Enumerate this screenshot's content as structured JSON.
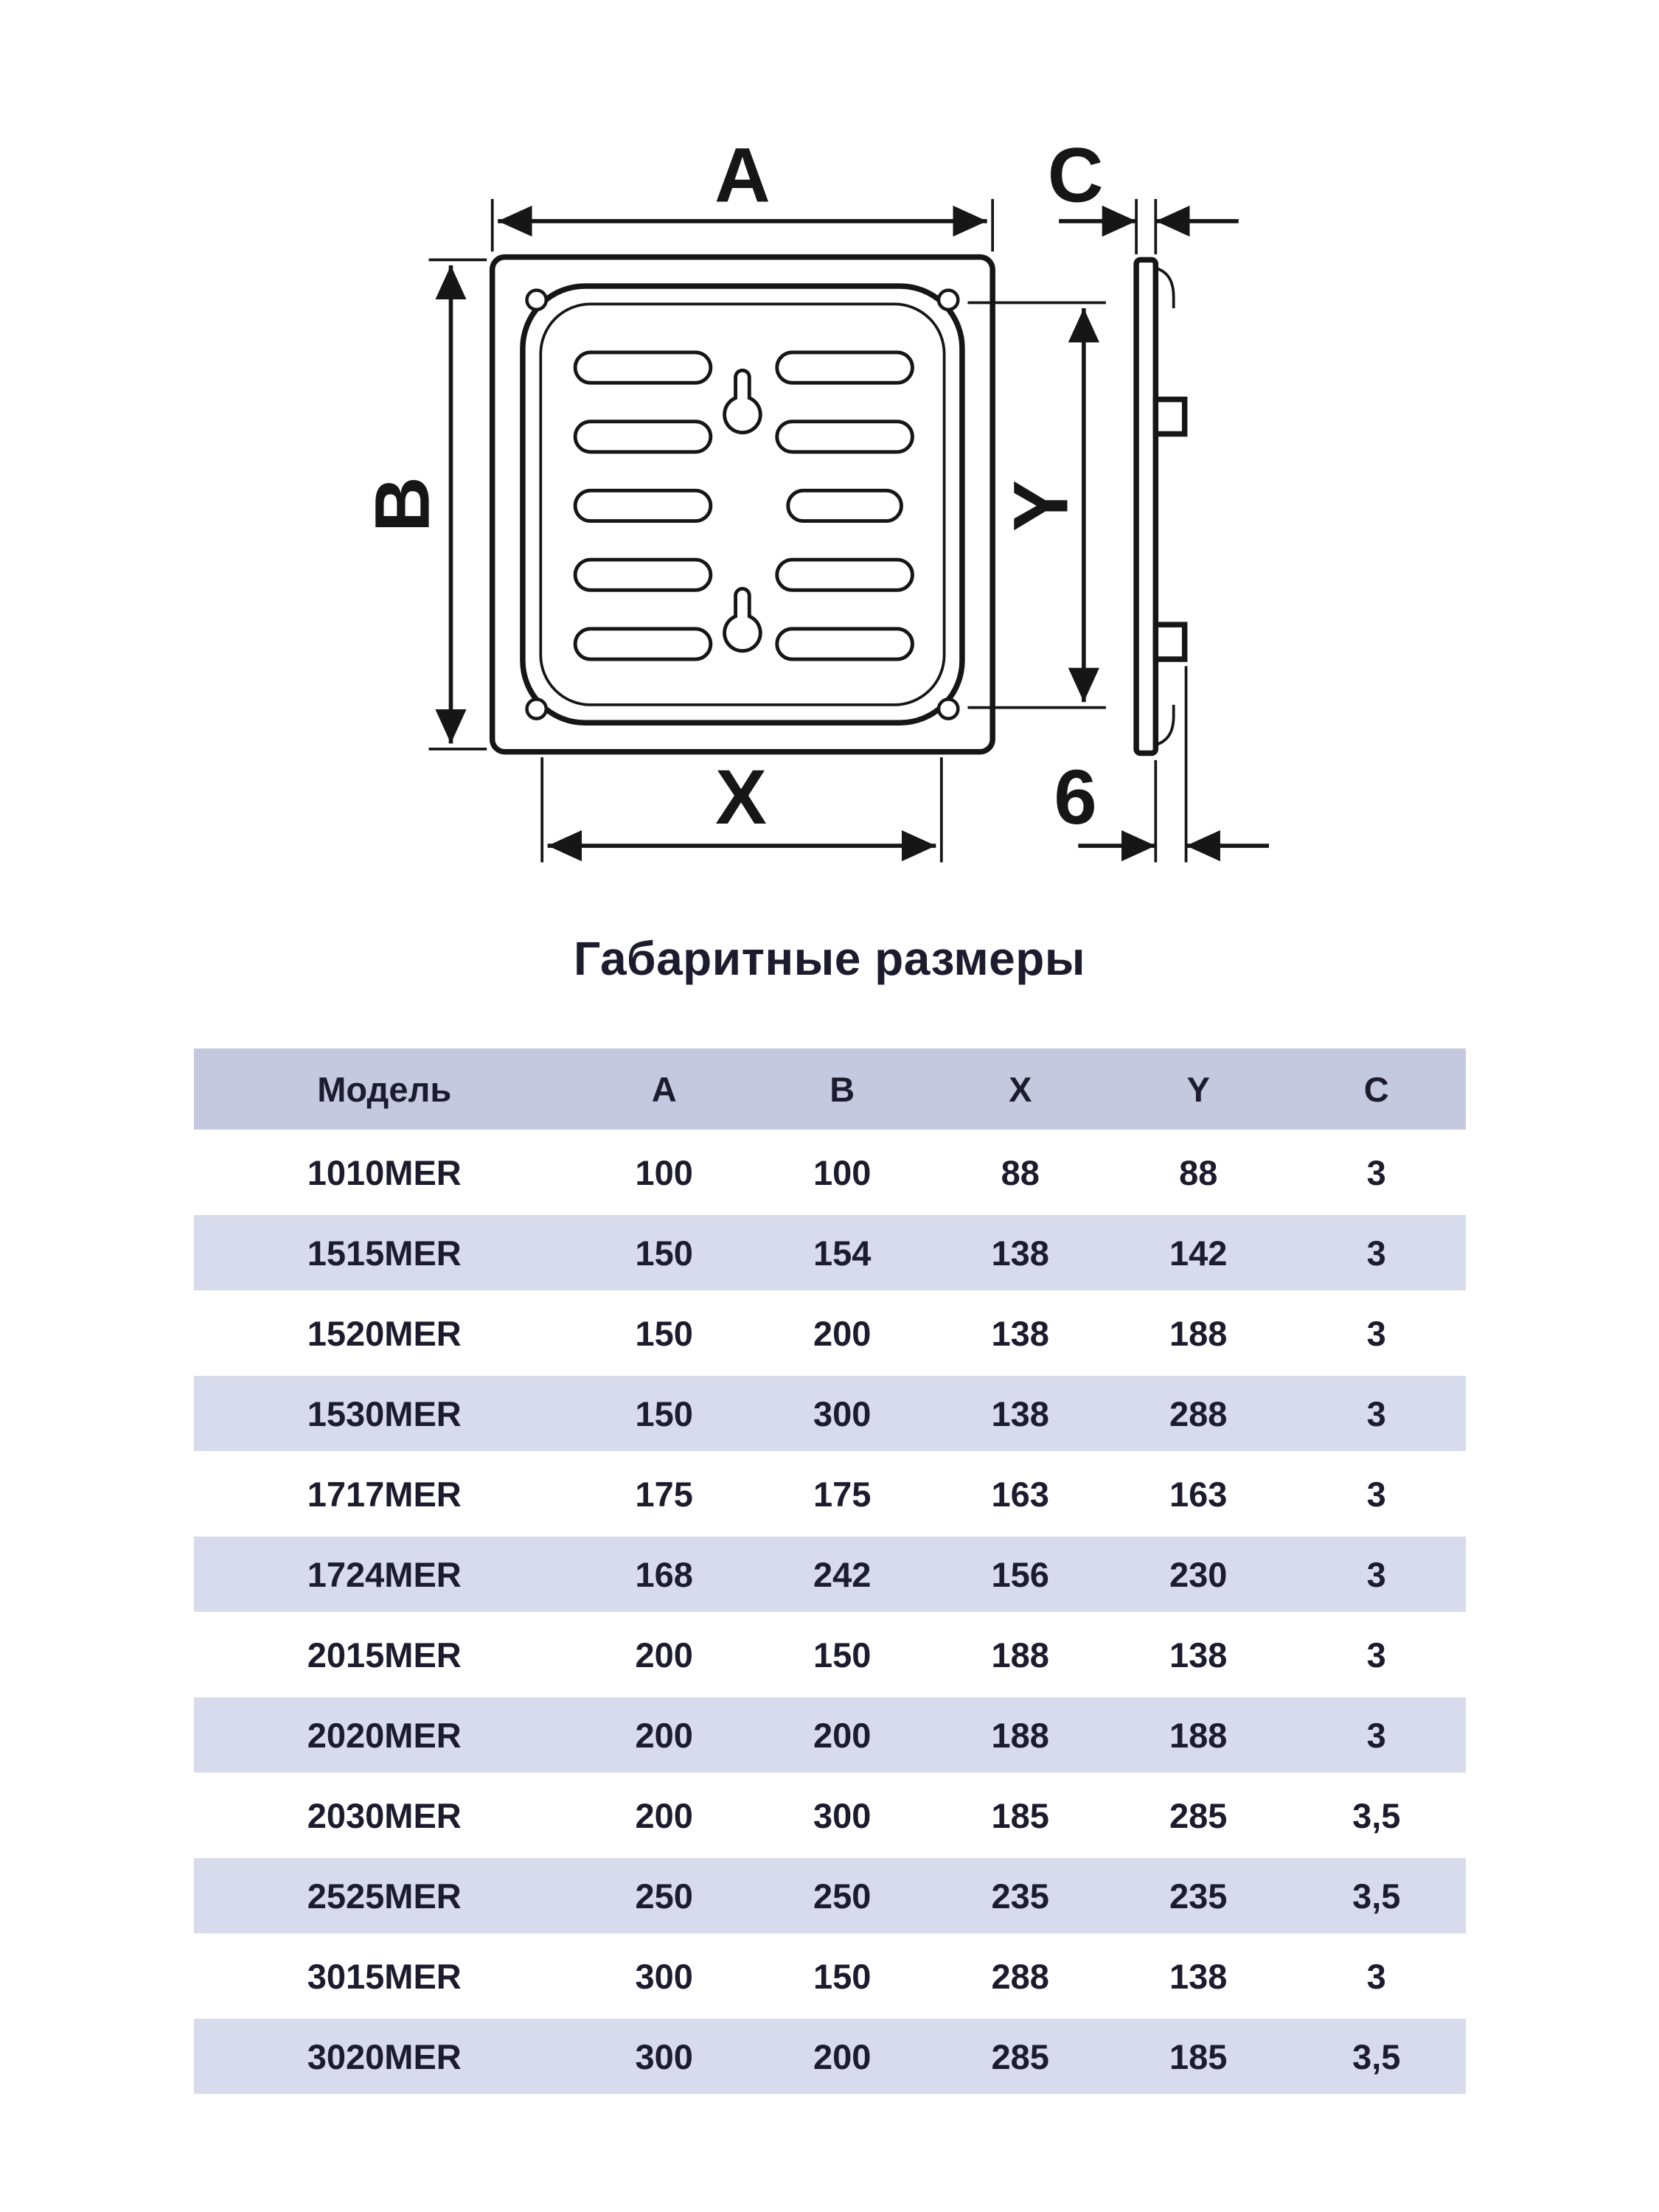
{
  "diagram": {
    "labels": {
      "a": "A",
      "b": "B",
      "c": "C",
      "x": "X",
      "y": "Y",
      "clip_depth": "6"
    }
  },
  "section_title": "Габаритные размеры",
  "table": {
    "headers": [
      "Модель",
      "A",
      "B",
      "X",
      "Y",
      "C"
    ],
    "rows": [
      [
        "1010MER",
        "100",
        "100",
        "88",
        "88",
        "3"
      ],
      [
        "1515MER",
        "150",
        "154",
        "138",
        "142",
        "3"
      ],
      [
        "1520MER",
        "150",
        "200",
        "138",
        "188",
        "3"
      ],
      [
        "1530MER",
        "150",
        "300",
        "138",
        "288",
        "3"
      ],
      [
        "1717MER",
        "175",
        "175",
        "163",
        "163",
        "3"
      ],
      [
        "1724MER",
        "168",
        "242",
        "156",
        "230",
        "3"
      ],
      [
        "2015MER",
        "200",
        "150",
        "188",
        "138",
        "3"
      ],
      [
        "2020MER",
        "200",
        "200",
        "188",
        "188",
        "3"
      ],
      [
        "2030MER",
        "200",
        "300",
        "185",
        "285",
        "3,5"
      ],
      [
        "2525MER",
        "250",
        "250",
        "235",
        "235",
        "3,5"
      ],
      [
        "3015MER",
        "300",
        "150",
        "288",
        "138",
        "3"
      ],
      [
        "3020MER",
        "300",
        "200",
        "285",
        "185",
        "3,5"
      ]
    ]
  }
}
